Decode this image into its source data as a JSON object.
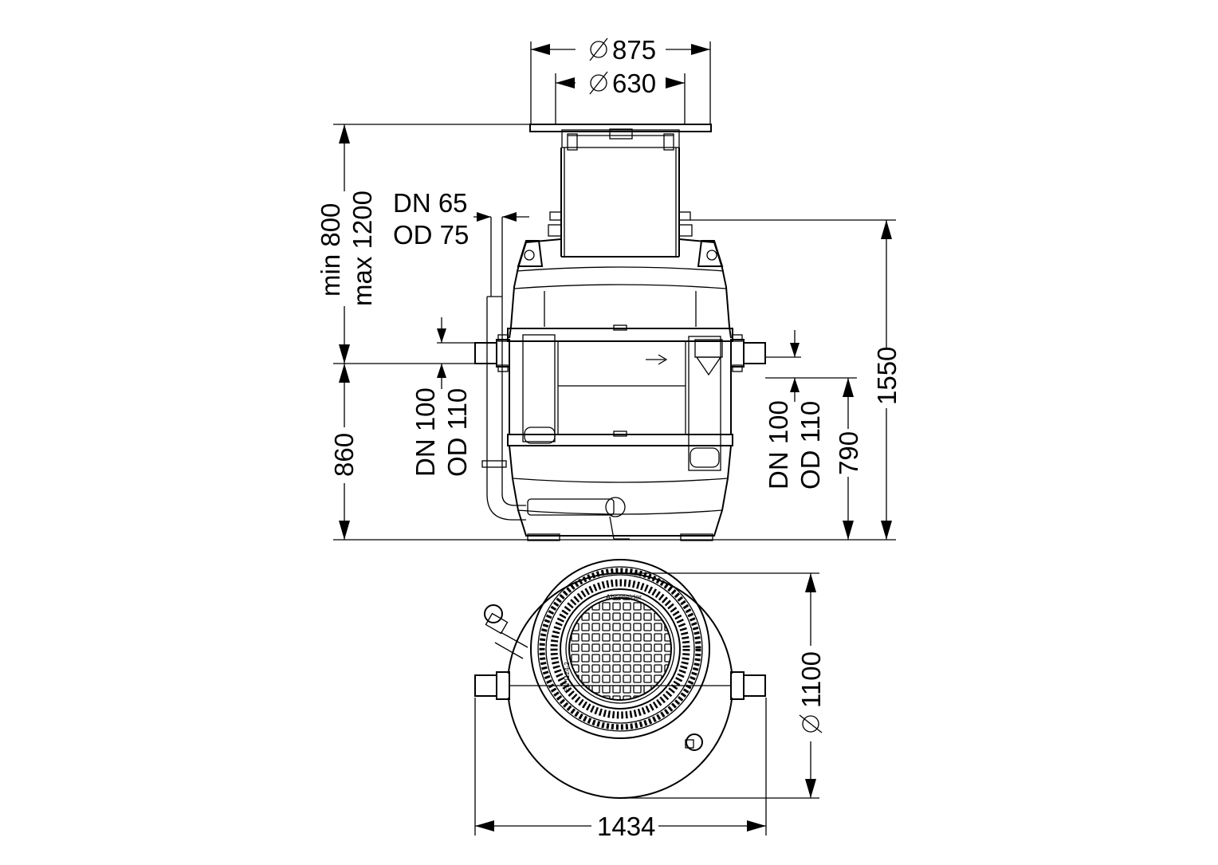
{
  "dimensions": {
    "cover_outer_diameter": "875",
    "cover_inner_diameter": "630",
    "extension_height_min": "min 800",
    "extension_height_max": "max 1200",
    "vent_pipe_dn": "DN 65",
    "vent_pipe_od": "OD 75",
    "inlet_dn": "DN 100",
    "inlet_od": "OD 110",
    "outlet_dn": "DN 100",
    "outlet_od": "OD 110",
    "inlet_height": "860",
    "outlet_height": "790",
    "total_height": "1550",
    "tank_diameter": "1100",
    "total_width": "1434"
  },
  "labels": {
    "cover_marking": "Abscheider",
    "cover_side_marking": "EN 1124-2"
  },
  "symbols": {
    "diameter": "diameter-symbol",
    "flow_direction": "flow-arrow-icon"
  }
}
